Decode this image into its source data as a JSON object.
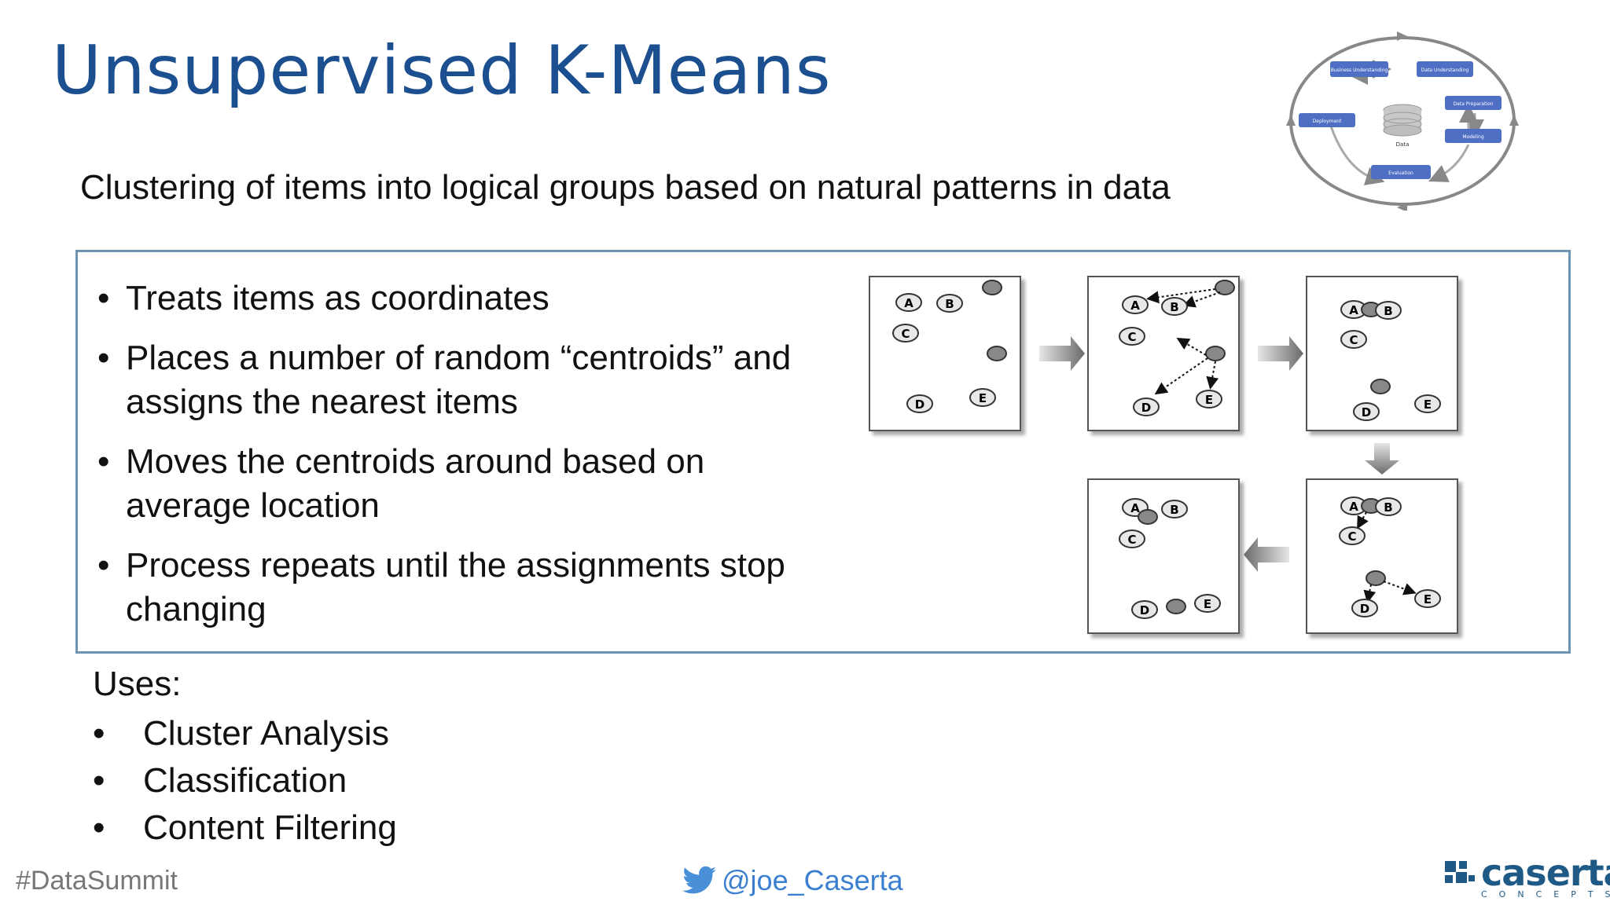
{
  "title": "Unsupervised K-Means",
  "subtitle": "Clustering of items into logical groups based on natural patterns in data",
  "bullets": [
    "Treats items as coordinates",
    "Places a number of random “centroids” and assigns the nearest items",
    "Moves the centroids around based on average location",
    "Process repeats until the assignments stop changing"
  ],
  "uses": {
    "label": "Uses:",
    "items": [
      "Cluster Analysis",
      "Classification",
      "Content Filtering"
    ]
  },
  "crisp_dm": {
    "steps": [
      "Business Understanding",
      "Data Understanding",
      "Data Preparation",
      "Modeling",
      "Evaluation",
      "Deployment"
    ],
    "center_label": "Data"
  },
  "diagram": {
    "item_labels": [
      "A",
      "B",
      "C",
      "D",
      "E"
    ]
  },
  "footer": {
    "hashtag": "#DataSummit",
    "twitter_handle": "@joe_Caserta",
    "logo_name": "caserta",
    "logo_sub": "CONCEPTS"
  },
  "colors": {
    "title": "#1b4f8f",
    "box_border": "#6f93b3",
    "crisp_box": "#4f6fc4",
    "twitter": "#3a7fd0",
    "logo": "#1f5a86"
  }
}
